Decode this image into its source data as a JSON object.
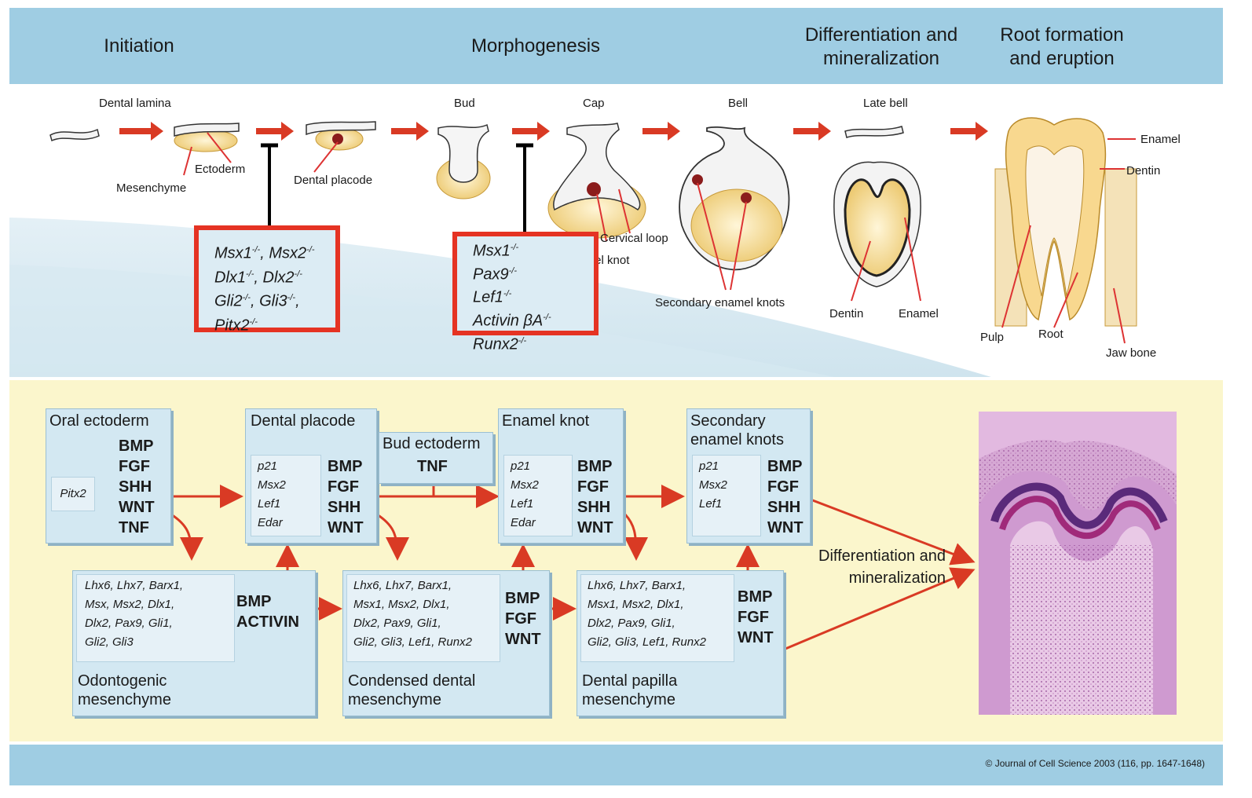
{
  "header": {
    "stages": [
      "Initiation",
      "Morphogenesis",
      "Differentiation and mineralization",
      "Root formation and eruption"
    ]
  },
  "upper": {
    "stage_labels": [
      "Dental lamina",
      "Bud",
      "Cap",
      "Bell",
      "Late bell"
    ],
    "part_labels": {
      "ectoderm": "Ectoderm",
      "mesenchyme": "Mesenchyme",
      "dental_placode": "Dental placode",
      "cervical_loop": "Cervical loop",
      "enamel_knot": "Enamel knot",
      "secondary_enamel_knots": "Secondary enamel knots",
      "dentin_bell": "Dentin",
      "enamel_bell": "Enamel",
      "enamel": "Enamel",
      "dentin": "Dentin",
      "pulp": "Pulp",
      "root": "Root",
      "jaw_bone": "Jaw bone"
    },
    "box1": [
      {
        "g": "Msx1",
        "s": "-/-"
      },
      {
        "g": "Msx2",
        "s": "-/-"
      },
      {
        "g": "Dlx1",
        "s": "-/-"
      },
      {
        "g": "Dlx2",
        "s": "-/-"
      },
      {
        "g": "Gli2",
        "s": "-/-"
      },
      {
        "g": "Gli3",
        "s": "-/-"
      },
      {
        "g": "Pitx2",
        "s": "-/-"
      }
    ],
    "box2": [
      {
        "g": "Msx1",
        "s": "-/-"
      },
      {
        "g": "Pax9",
        "s": "-/-"
      },
      {
        "g": "Lef1",
        "s": "-/-"
      },
      {
        "g": "Activin βA",
        "s": "-/-"
      },
      {
        "g": "Runx2",
        "s": "-/-"
      }
    ]
  },
  "lower": {
    "oral_ectoderm": {
      "title": "Oral ectoderm",
      "inner": "Pitx2",
      "signals": [
        "BMP",
        "FGF",
        "SHH",
        "WNT",
        "TNF"
      ]
    },
    "dental_placode": {
      "title": "Dental placode",
      "inner": [
        "p21",
        "Msx2",
        "Lef1",
        "Edar"
      ],
      "signals": [
        "BMP",
        "FGF",
        "SHH",
        "WNT"
      ]
    },
    "bud_ectoderm": {
      "title": "Bud ectoderm",
      "signal": "TNF"
    },
    "enamel_knot": {
      "title": "Enamel knot",
      "inner": [
        "p21",
        "Msx2",
        "Lef1",
        "Edar"
      ],
      "signals": [
        "BMP",
        "FGF",
        "SHH",
        "WNT"
      ]
    },
    "secondary_knots": {
      "title": "Secondary enamel knots",
      "inner": [
        "p21",
        "Msx2",
        "Lef1"
      ],
      "signals": [
        "BMP",
        "FGF",
        "SHH",
        "WNT"
      ]
    },
    "odontogenic": {
      "title": "Odontogenic mesenchyme",
      "genes": [
        "Lhx6, Lhx7, Barx1,",
        "Msx, Msx2, Dlx1,",
        "Dlx2, Pax9, Gli1,",
        "Gli2, Gli3"
      ],
      "signals": [
        "BMP",
        "ACTIVIN"
      ]
    },
    "condensed": {
      "title": "Condensed dental mesenchyme",
      "genes": [
        "Lhx6, Lhx7, Barx1,",
        "Msx1, Msx2, Dlx1,",
        "Dlx2, Pax9, Gli1,",
        "Gli2, Gli3, Lef1, Runx2"
      ],
      "signals": [
        "BMP",
        "FGF",
        "WNT"
      ]
    },
    "papilla": {
      "title": "Dental papilla mesenchyme",
      "genes": [
        "Lhx6, Lhx7, Barx1,",
        "Msx1, Msx2, Dlx1,",
        "Dlx2, Pax9, Gli1,",
        "Gli2, Gli3, Lef1, Runx2"
      ],
      "signals": [
        "BMP",
        "FGF",
        "WNT"
      ]
    },
    "diff_label": "Differentiation and mineralization"
  },
  "credit": "© Journal of Cell Science 2003 (116, pp. 1647-1648)",
  "colors": {
    "band": "#9fcde3",
    "arrow": "#d93a24",
    "highlight": "#e53323",
    "panel": "#d3e8f2",
    "lower_bg": "#fbf6cc"
  }
}
